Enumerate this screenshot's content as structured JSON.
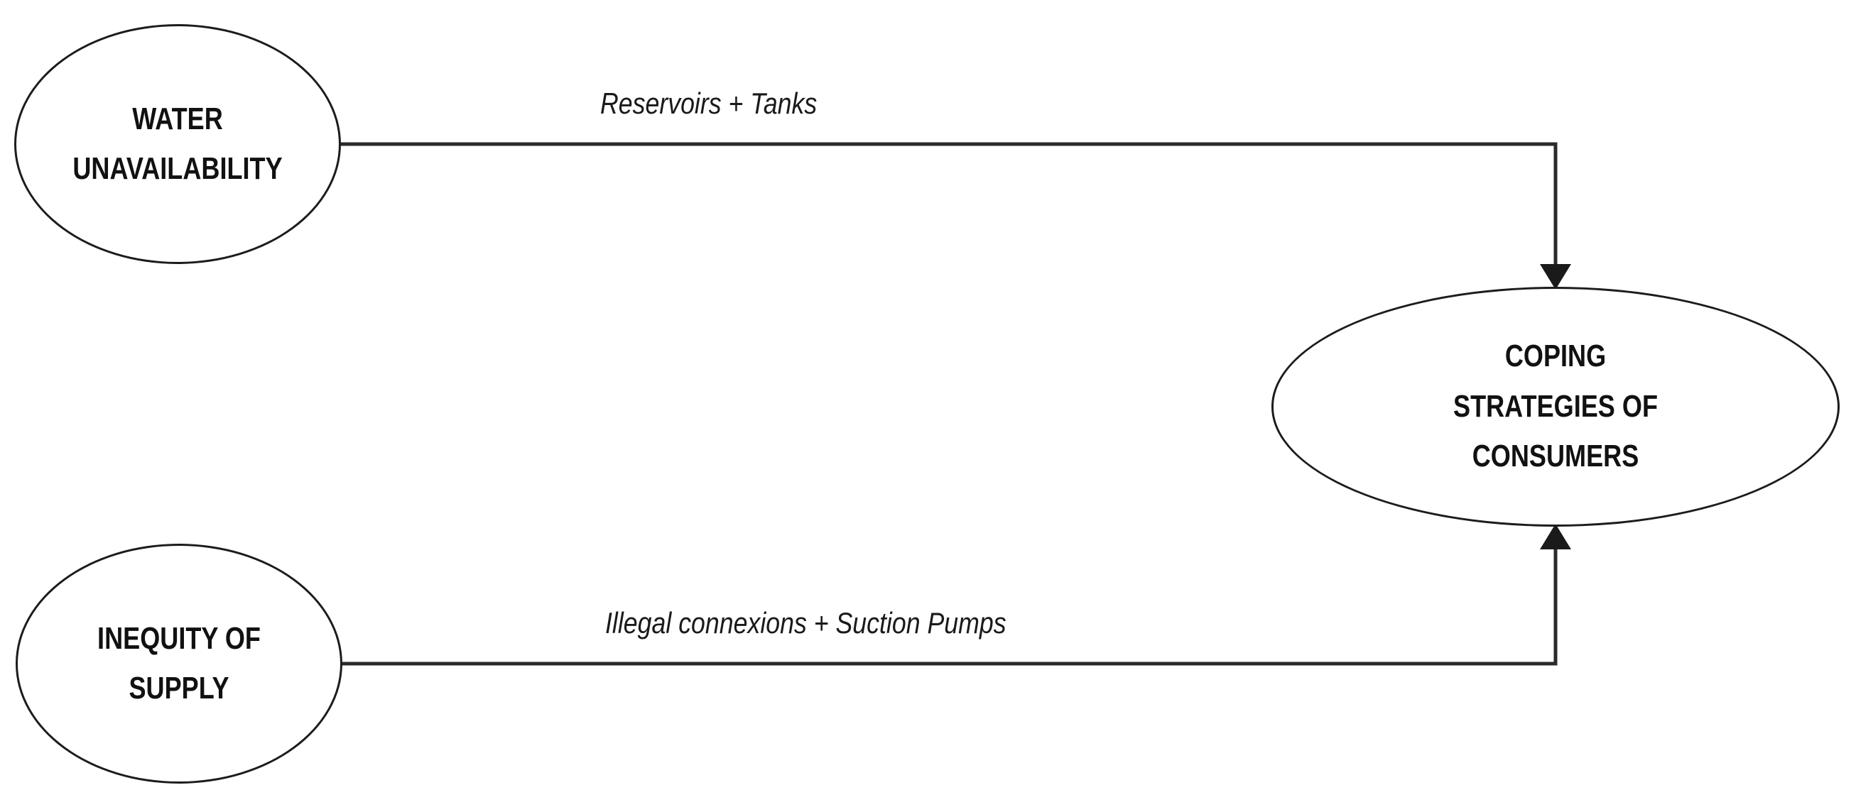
{
  "diagram": {
    "background_color": "#ffffff",
    "stroke_color": "#2a2a2a",
    "nodes": [
      {
        "id": "water-unavailability",
        "label": "WATER UNAVAILABILITY",
        "shape": "ellipse"
      },
      {
        "id": "inequity-of-supply",
        "label": "INEQUITY OF SUPPLY",
        "shape": "ellipse"
      },
      {
        "id": "coping-strategies-of-consumers",
        "label": "COPING STRATEGIES OF CONSUMERS",
        "shape": "ellipse"
      }
    ],
    "edges": [
      {
        "from": "water-unavailability",
        "to": "coping-strategies-of-consumers",
        "label": "Reservoirs + Tanks",
        "arrow_direction": "down-into-top-of-target"
      },
      {
        "from": "inequity-of-supply",
        "to": "coping-strategies-of-consumers",
        "label": "Illegal connexions + Suction Pumps",
        "arrow_direction": "up-into-bottom-of-target"
      }
    ]
  }
}
